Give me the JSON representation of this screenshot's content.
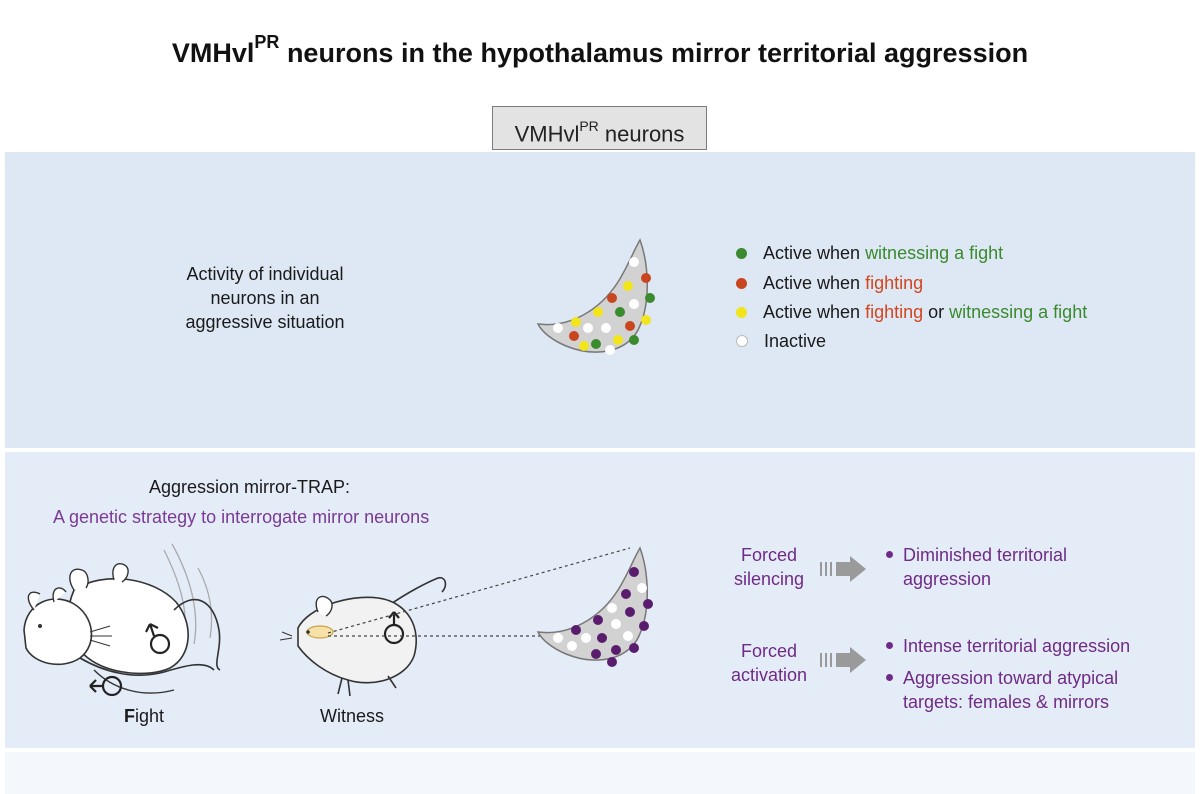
{
  "title": {
    "main": "VMHvl",
    "sup": "PR",
    "rest": " neurons in the hypothalamus mirror territorial aggression"
  },
  "header_box": {
    "main": "VMHvl",
    "sup": "PR",
    "rest": " neurons"
  },
  "activity": {
    "label_line1": "Activity of individual",
    "label_line2": "neurons in an",
    "label_line3": "aggressive situation"
  },
  "legend": {
    "green": {
      "prefix": "Active when ",
      "highlight": "witnessing a fight",
      "color": "#3b8a2e"
    },
    "red": {
      "prefix": "Active when ",
      "highlight": "fighting",
      "color": "#c8451f"
    },
    "yellow": {
      "prefix": "Active when ",
      "highlight1": "fighting",
      "mid": " or ",
      "highlight2": "witnessing a fight",
      "color": "#f2e51b"
    },
    "white": {
      "label": "Inactive",
      "color": "#ffffff"
    }
  },
  "trap": {
    "title": "Aggression mirror-TRAP:",
    "subtitle": "A genetic strategy to interrogate mirror neurons"
  },
  "scene_labels": {
    "fight_prefix": "F",
    "fight_rest": "ight",
    "witness": "Witness"
  },
  "silencing": {
    "label_line1": "Forced",
    "label_line2": "silencing",
    "effect_line1": "Diminished territorial",
    "effect_line2": "aggression"
  },
  "activation": {
    "label_line1": "Forced",
    "label_line2": "activation",
    "effect1": "Intense territorial aggression",
    "effect2_line1": "Aggression toward atypical",
    "effect2_line2": "targets: females & mirrors"
  },
  "colors": {
    "panel_top": "#dde8f4",
    "panel_bottom": "#e4ecf7",
    "purple_text": "#6f2b86",
    "neuron_purple": "#5a1d6e",
    "region_fill": "#d2d2d2"
  },
  "icons": [
    "male-symbol-icon",
    "double-arrow-icon",
    "mouse-fight-illustration",
    "mouse-witness-illustration"
  ]
}
